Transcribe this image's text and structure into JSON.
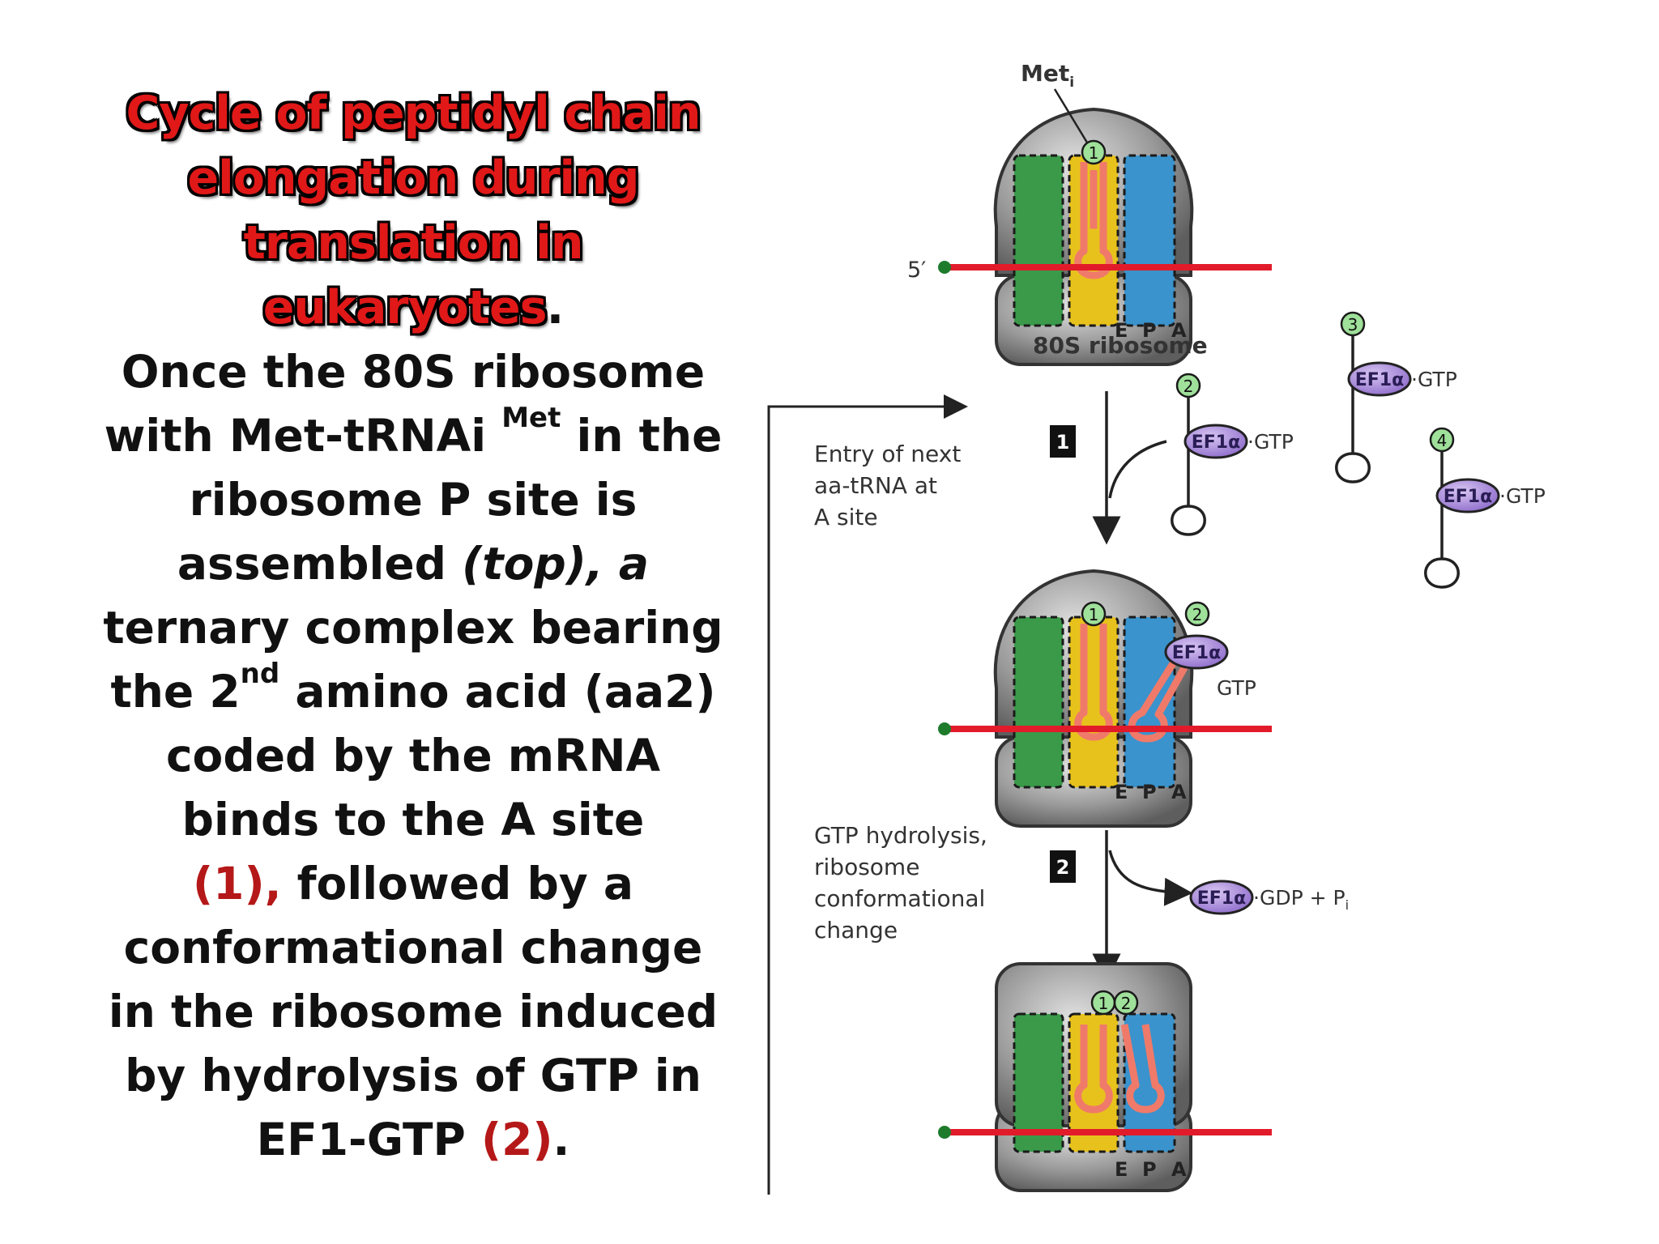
{
  "title": {
    "lines": [
      "Cycle of peptidyl chain",
      "elongation during",
      "translation in",
      "eukaryotes"
    ],
    "end": "."
  },
  "body": {
    "l1": "Once the 80S ribosome",
    "l2a": "with Met-tRNAi ",
    "l2sup": "Met",
    "l2b": " in the",
    "l3": "ribosome P site is",
    "l4a": "assembled ",
    "l4i": "(top), a",
    "l5": "ternary complex bearing",
    "l6a": "the 2",
    "l6sup": "nd",
    "l6b": " amino acid (aa2)",
    "l7": "coded by the mRNA",
    "l8": "binds to the A site",
    "l9r": "(1),",
    "l9b": " followed by a",
    "l10": "conformational change",
    "l11": "in the ribosome induced",
    "l12": "by hydrolysis of GTP in",
    "l13a": "EF1-GTP ",
    "l13r": "(2)",
    "l13b": "."
  },
  "diagram": {
    "met_label": "Met",
    "met_sub": "i",
    "five_prime": "5′",
    "ribosome_label": "80S ribosome",
    "sites": [
      "E",
      "P",
      "A"
    ],
    "step1_num": "1",
    "step1_text": [
      "Entry of next",
      "aa-tRNA at",
      "A site"
    ],
    "step2_num": "2",
    "step2_text": [
      "GTP hydrolysis,",
      "ribosome",
      "conformational",
      "change"
    ],
    "ef_label": "EF1α",
    "gtp": "·GTP",
    "gtp_plain": "GTP",
    "gdp": "·GDP + P",
    "gdp_sub": "i",
    "circled": [
      "1",
      "2",
      "3",
      "4"
    ],
    "colors": {
      "e_site": "#3a9a4a",
      "p_site": "#e8c21c",
      "a_site": "#3a93cc",
      "mrna": "#e21b2a",
      "trna": "#f07a6a",
      "ef": "#a98ad8",
      "ribosome": "#8a8a8a",
      "title_red": "#e01818",
      "highlight_red": "#b51818"
    }
  }
}
